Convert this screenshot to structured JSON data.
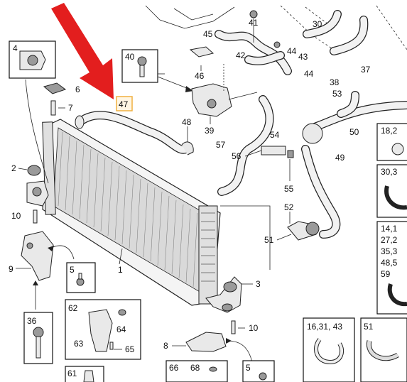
{
  "labels": {
    "l1": "1",
    "l2": "2",
    "l3": "3",
    "l4": "4",
    "l5a": "5",
    "l5b": "5",
    "l6": "6",
    "l7": "7",
    "l8": "8",
    "l9": "9",
    "l10a": "10",
    "l10b": "10",
    "l30": "30",
    "l36": "36",
    "l37": "37",
    "l38": "38",
    "l39": "39",
    "l40": "40",
    "l41": "41",
    "l42": "42",
    "l43": "43",
    "l44a": "44",
    "l44b": "44",
    "l45": "45",
    "l46": "46",
    "l47": "47",
    "l48": "48",
    "l49": "49",
    "l50": "50",
    "l51a": "51",
    "l51b": "51",
    "l52": "52",
    "l53": "53",
    "l54": "54",
    "l55": "55",
    "l56": "56",
    "l57": "57",
    "l61": "61",
    "l62": "62",
    "l63": "63",
    "l64": "64",
    "l65": "65",
    "l66": "66",
    "l68": "68",
    "r18": "18,2",
    "r30": "30,3",
    "r14": "14,1",
    "r27": "27,2",
    "r35": "35,3",
    "r48": "48,5",
    "r59": "59",
    "b16": "16,31, 43"
  },
  "colors": {
    "highlight_border": "#f0b040",
    "highlight_fill": "#fff6e3",
    "arrow": "#e31e1e"
  }
}
